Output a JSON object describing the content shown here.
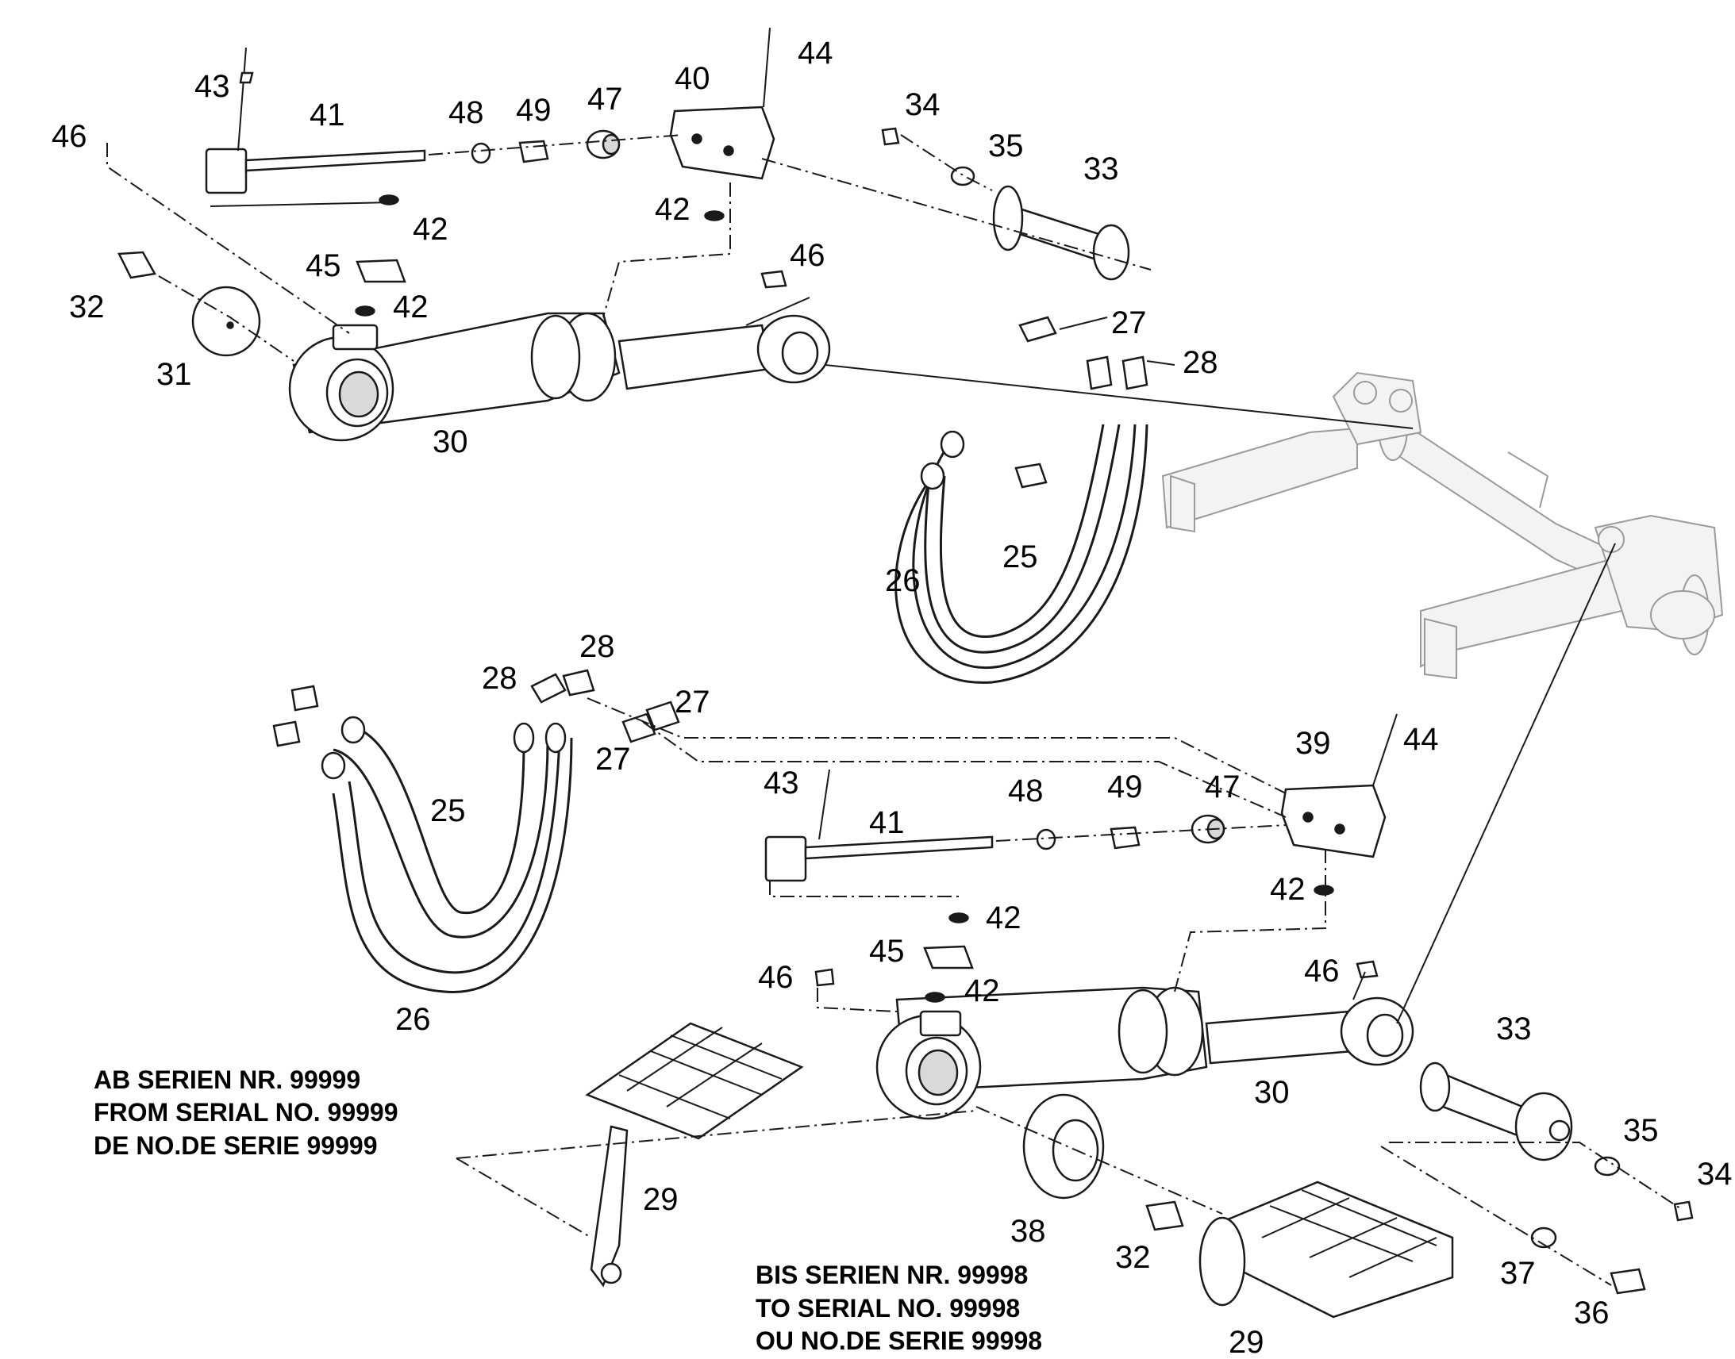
{
  "diagram": {
    "part_numbers_top": [
      "43",
      "41",
      "48",
      "49",
      "47",
      "40",
      "44",
      "34",
      "35",
      "33",
      "46",
      "42",
      "42",
      "45",
      "42",
      "32",
      "31",
      "30",
      "46",
      "27",
      "28",
      "26",
      "25"
    ],
    "part_numbers_bottom": [
      "28",
      "28",
      "27",
      "27",
      "25",
      "26",
      "39",
      "44",
      "43",
      "41",
      "48",
      "49",
      "47",
      "42",
      "42",
      "45",
      "42",
      "46",
      "46",
      "33",
      "30",
      "35",
      "34",
      "29",
      "38",
      "32",
      "37",
      "36",
      "29"
    ],
    "notes": {
      "from_serial": [
        "AB SERIEN NR. 99999",
        "FROM SERIAL NO. 99999",
        "DE NO.DE SERIE 99999"
      ],
      "to_serial": [
        "BIS SERIEN NR. 99998",
        "TO SERIAL NO. 99998",
        "OU NO.DE SERIE 99998"
      ]
    }
  }
}
